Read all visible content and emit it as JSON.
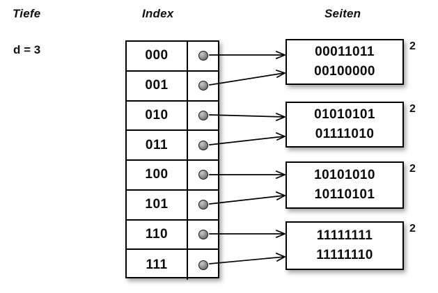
{
  "diagram": {
    "title_columns": {
      "depth": "Tiefe",
      "index": "Index",
      "pages": "Seiten"
    },
    "global_depth_note": "d = 3",
    "global_depth_value": 3,
    "index_entries": [
      {
        "key": "000",
        "pointer_icon": "pointer-bullet-icon",
        "target_page": 0
      },
      {
        "key": "001",
        "pointer_icon": "pointer-bullet-icon",
        "target_page": 0
      },
      {
        "key": "010",
        "pointer_icon": "pointer-bullet-icon",
        "target_page": 1
      },
      {
        "key": "011",
        "pointer_icon": "pointer-bullet-icon",
        "target_page": 1
      },
      {
        "key": "100",
        "pointer_icon": "pointer-bullet-icon",
        "target_page": 2
      },
      {
        "key": "101",
        "pointer_icon": "pointer-bullet-icon",
        "target_page": 2
      },
      {
        "key": "110",
        "pointer_icon": "pointer-bullet-icon",
        "target_page": 3
      },
      {
        "key": "111",
        "pointer_icon": "pointer-bullet-icon",
        "target_page": 3
      }
    ],
    "pages": [
      {
        "local_depth": "2",
        "records": [
          "00011011",
          "00100000"
        ]
      },
      {
        "local_depth": "2",
        "records": [
          "01010101",
          "01111010"
        ]
      },
      {
        "local_depth": "2",
        "records": [
          "10101010",
          "10110101"
        ]
      },
      {
        "local_depth": "2",
        "records": [
          "11111111",
          "11111110"
        ]
      }
    ],
    "colors": {
      "background": "#ffffff",
      "stroke": "#000000",
      "text": "#0a0a0a",
      "bullet": "#8d8d8d"
    }
  }
}
